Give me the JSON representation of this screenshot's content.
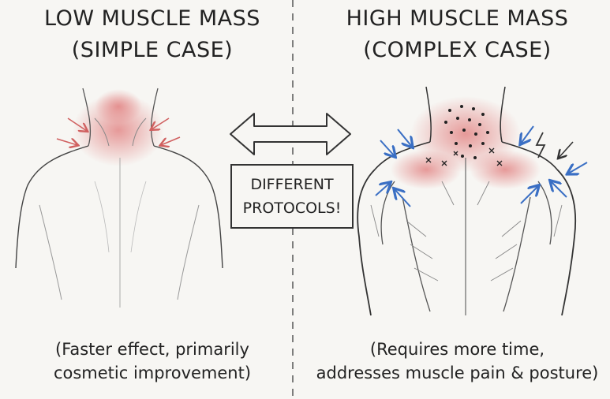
{
  "left": {
    "title_line1": "LOW MUSCLE MASS",
    "title_line2": "(SIMPLE CASE)",
    "caption_line1": "(Faster effect, primarily",
    "caption_line2": "cosmetic improvement)"
  },
  "right": {
    "title_line1": "HIGH MUSCLE MASS",
    "title_line2": "(COMPLEX CASE)",
    "caption_line1": "(Requires more time,",
    "caption_line2": "addresses muscle pain & posture)"
  },
  "center": {
    "label_line1": "DIFFERENT",
    "label_line2": "PROTOCOLS!"
  },
  "colors": {
    "ink": "#333333",
    "tension_red": "#e07a7a",
    "arrow_blue": "#3a6fc4",
    "paper": "#f7f6f3"
  }
}
